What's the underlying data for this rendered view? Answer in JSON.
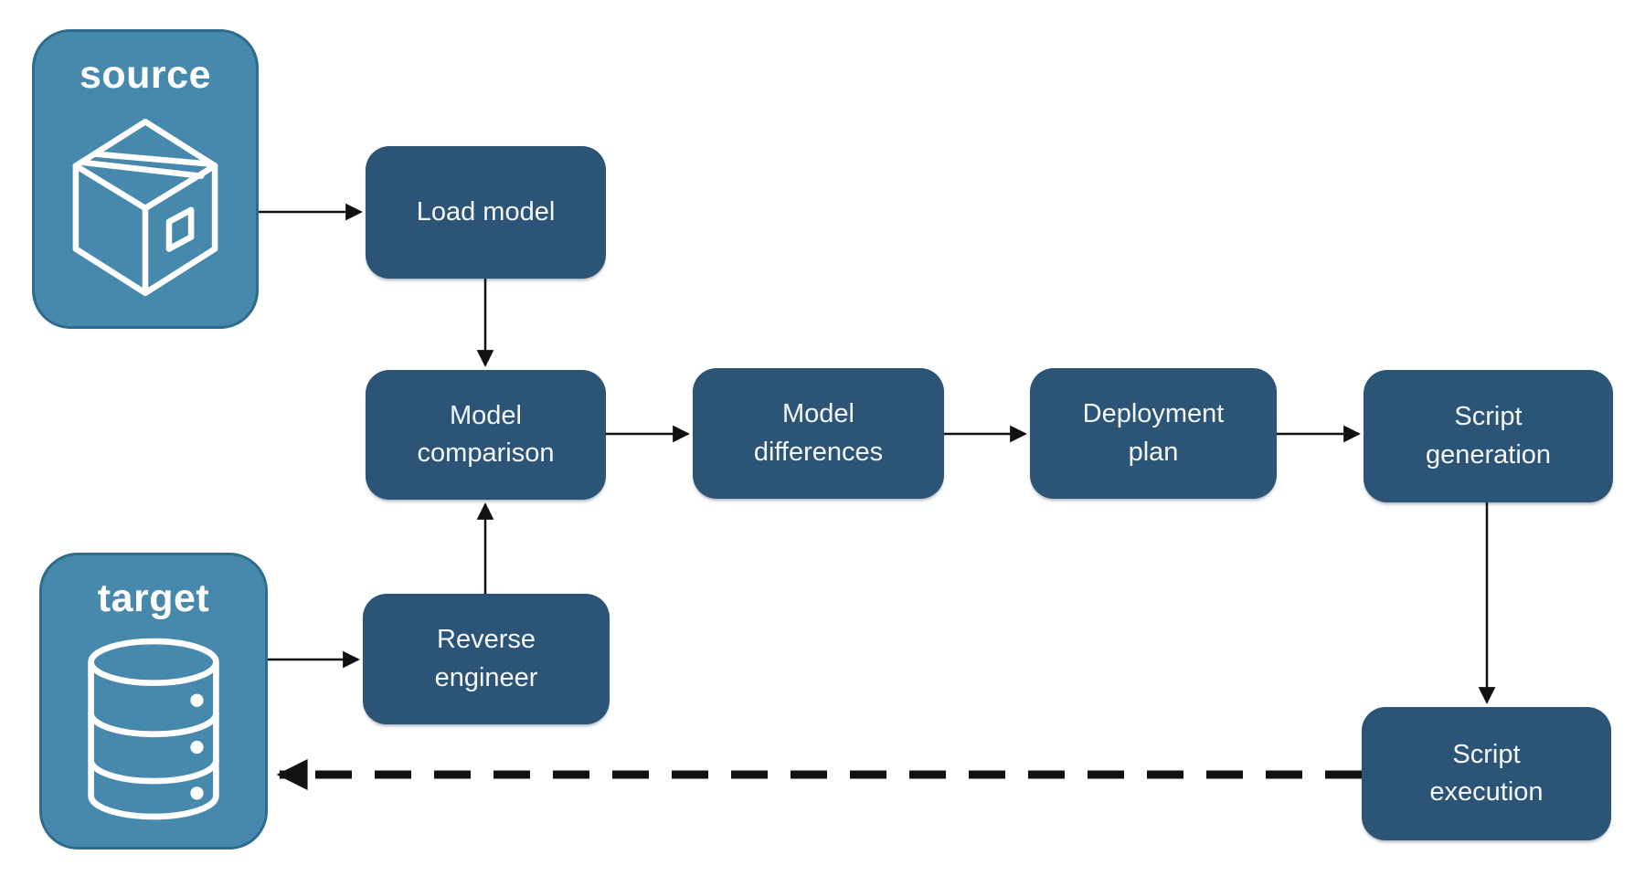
{
  "diagram": {
    "containers": [
      {
        "id": "source",
        "label": "source",
        "icon": "package-icon"
      },
      {
        "id": "target",
        "label": "target",
        "icon": "database-icon"
      }
    ],
    "nodes": [
      {
        "id": "load-model",
        "label": "Load model"
      },
      {
        "id": "model-comparison",
        "label": "Model\ncomparison"
      },
      {
        "id": "model-differences",
        "label": "Model\ndifferences"
      },
      {
        "id": "deployment-plan",
        "label": "Deployment\nplan"
      },
      {
        "id": "script-generation",
        "label": "Script\ngeneration"
      },
      {
        "id": "reverse-engineer",
        "label": "Reverse\nengineer"
      },
      {
        "id": "script-execution",
        "label": "Script\nexecution"
      }
    ],
    "edges": [
      {
        "from": "source",
        "to": "load-model",
        "style": "solid"
      },
      {
        "from": "load-model",
        "to": "model-comparison",
        "style": "solid"
      },
      {
        "from": "model-comparison",
        "to": "model-differences",
        "style": "solid"
      },
      {
        "from": "model-differences",
        "to": "deployment-plan",
        "style": "solid"
      },
      {
        "from": "deployment-plan",
        "to": "script-generation",
        "style": "solid"
      },
      {
        "from": "script-generation",
        "to": "script-execution",
        "style": "solid"
      },
      {
        "from": "target",
        "to": "reverse-engineer",
        "style": "solid"
      },
      {
        "from": "reverse-engineer",
        "to": "model-comparison",
        "style": "solid"
      },
      {
        "from": "script-execution",
        "to": "target",
        "style": "dashed"
      }
    ],
    "colors": {
      "background": "#ffffff",
      "container_fill": "#4689ac",
      "container_border": "#2f6b8c",
      "node_fill": "#2b5477",
      "text": "#ffffff",
      "arrow": "#111111"
    }
  }
}
